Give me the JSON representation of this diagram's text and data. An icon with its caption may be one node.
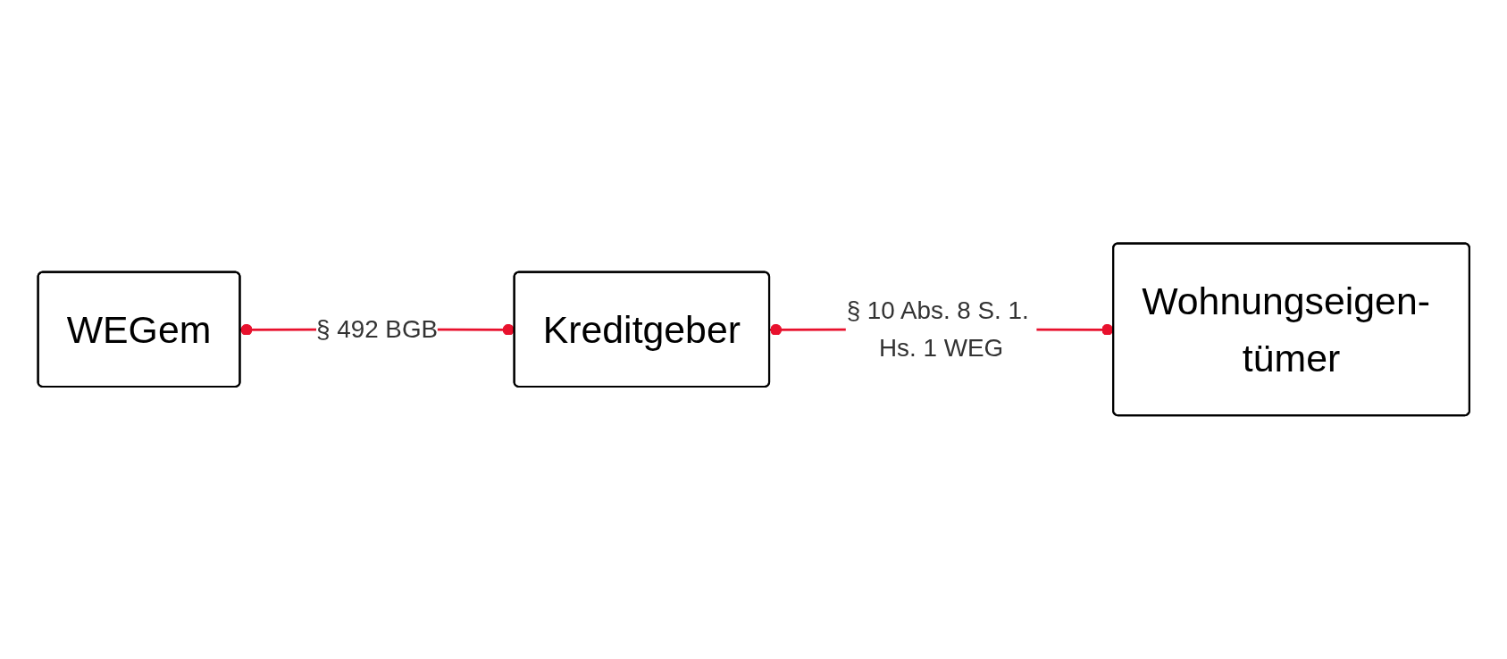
{
  "diagram": {
    "nodes": [
      {
        "text": [
          "WEGem"
        ]
      },
      {
        "text": [
          "Kreditgeber"
        ]
      },
      {
        "text": [
          "Wohnungseigen- tümer"
        ]
      }
    ],
    "edges": [
      {
        "from": 0,
        "to": 1,
        "arrow": "other",
        "label": "§ 492 BGB",
        "color": "#e8112d"
      },
      {
        "from": 1,
        "to": 2,
        "arrow": "other",
        "label": "§ 10 Abs. 8 S. 1. Hs. 1 WEG",
        "color": "#e8112d"
      }
    ]
  }
}
